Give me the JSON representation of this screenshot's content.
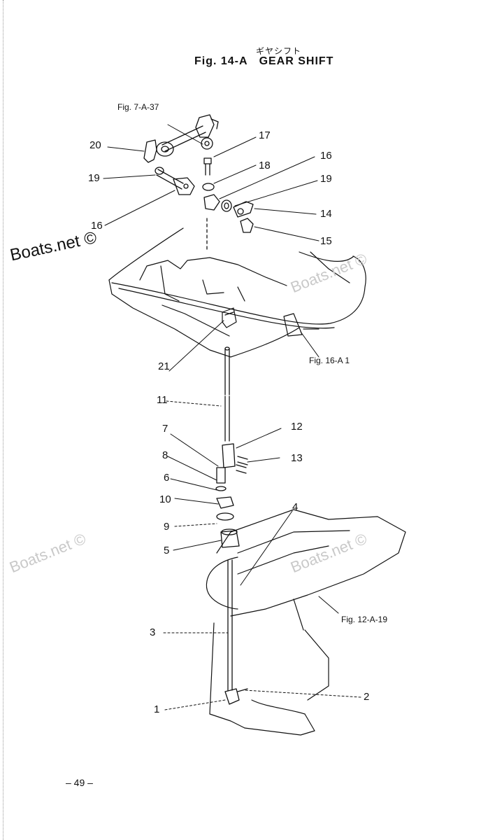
{
  "header": {
    "kana": "ギヤシフト",
    "fig": "Fig. 14-A",
    "title": "GEAR SHIFT"
  },
  "references": {
    "fig_7a37": "Fig. 7-A-37",
    "fig_16a1": "Fig. 16-A 1",
    "fig_12a19": "Fig. 12-A-19"
  },
  "callouts": {
    "n20": "20",
    "n19a": "19",
    "n16a": "16",
    "n17": "17",
    "n18": "18",
    "n16b": "16",
    "n19b": "19",
    "n14": "14",
    "n15": "15",
    "n21": "21",
    "n11": "11",
    "n7": "7",
    "n12": "12",
    "n8": "8",
    "n13": "13",
    "n6": "6",
    "n10": "10",
    "n4": "4",
    "n9": "9",
    "n5": "5",
    "n3": "3",
    "n2": "2",
    "n1": "1"
  },
  "watermarks": {
    "main": "Boats.net ©",
    "faint": "Boats.net ©"
  },
  "footer": {
    "page": "– 49 –"
  }
}
